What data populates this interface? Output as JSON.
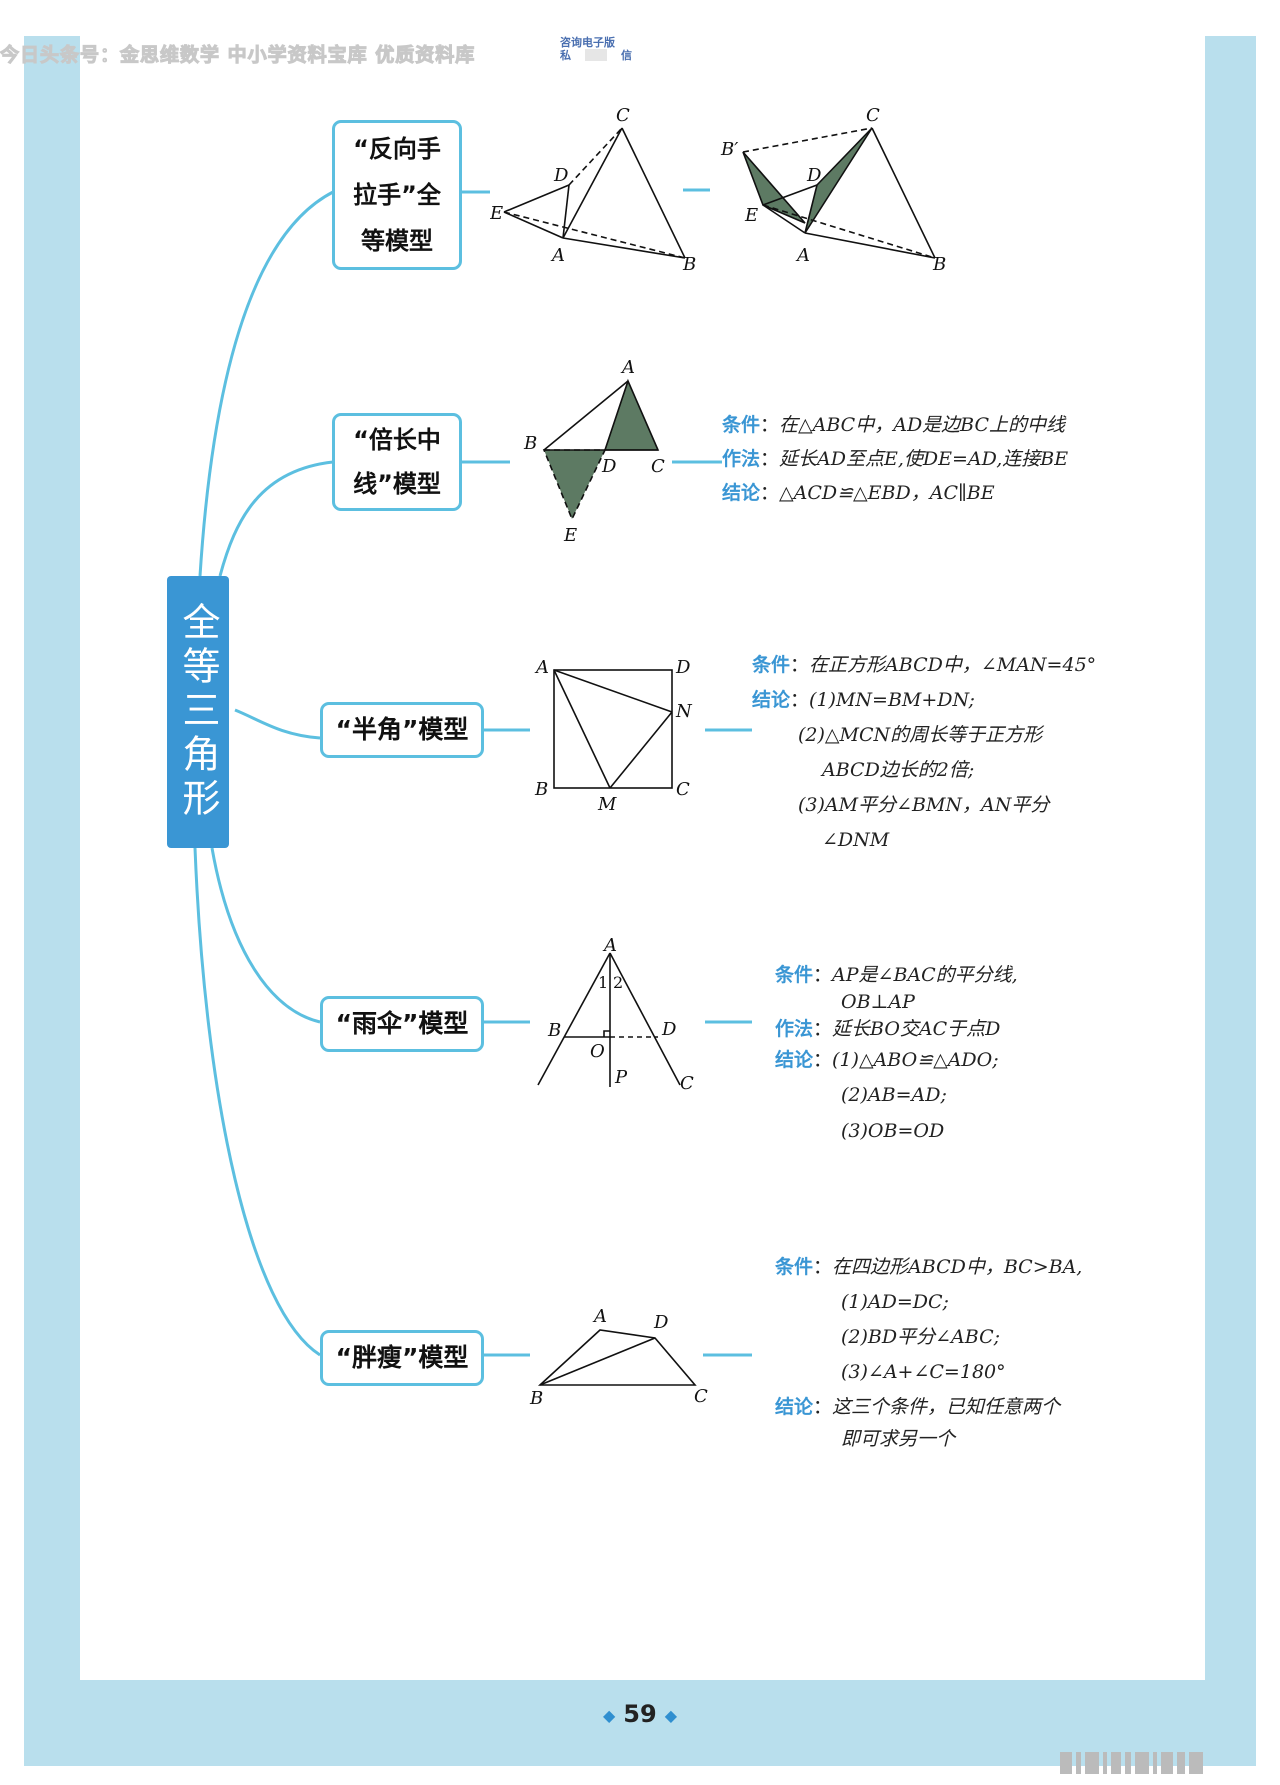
{
  "watermark": {
    "text": "今日头条号：金思维数学 中小学资料宝库 优质资料库",
    "badge_line1": "咨询电子版",
    "badge_line2a": "私",
    "badge_line2b": "信"
  },
  "spine": {
    "title": "全等三角形"
  },
  "models": [
    {
      "name": "“反向手拉手”全等模型"
    },
    {
      "name": "“倍长中线”模型",
      "labels": {
        "condition": "条件",
        "method": "作法",
        "conclusion": "结论"
      },
      "condition": "在△ABC中，AD是边BC上的中线",
      "method": "延长AD至点E,使DE=AD,连接BE",
      "conclusion": "△ACD≌△EBD，AC∥BE"
    },
    {
      "name": "“半角”模型",
      "labels": {
        "condition": "条件",
        "conclusion": "结论"
      },
      "condition": "在正方形ABCD中，∠MAN=45°",
      "conclusion_1": "(1)MN=BM+DN;",
      "conclusion_2a": "(2)△MCN的周长等于正方形",
      "conclusion_2b": "ABCD边长的2倍;",
      "conclusion_3a": "(3)AM平分∠BMN，AN平分",
      "conclusion_3b": "∠DNM"
    },
    {
      "name": "“雨伞”模型",
      "labels": {
        "condition": "条件",
        "method": "作法",
        "conclusion": "结论"
      },
      "condition_a": "AP是∠BAC的平分线,",
      "condition_b": "OB⊥AP",
      "method": "延长BO交AC于点D",
      "conclusion_1": "(1)△ABO≌△ADO;",
      "conclusion_2": "(2)AB=AD;",
      "conclusion_3": "(3)OB=OD"
    },
    {
      "name": "“胖瘦”模型",
      "labels": {
        "condition": "条件",
        "conclusion": "结论"
      },
      "condition_a": "在四边形ABCD中，BC>BA,",
      "condition_1": "(1)AD=DC;",
      "condition_2": "(2)BD平分∠ABC;",
      "condition_3": "(3)∠A+∠C=180°",
      "conclusion_a": "这三个条件，已知任意两个",
      "conclusion_b": "即可求另一个"
    }
  ],
  "figure_labels": {
    "fig1a": [
      "C",
      "D",
      "E",
      "A",
      "B"
    ],
    "fig1b": [
      "C",
      "B′",
      "D",
      "E",
      "A",
      "B"
    ],
    "fig2": [
      "A",
      "B",
      "D",
      "C",
      "E"
    ],
    "fig3": [
      "A",
      "D",
      "N",
      "B",
      "M",
      "C"
    ],
    "fig4": [
      "A",
      "1",
      "2",
      "B",
      "O",
      "D",
      "P",
      "C"
    ],
    "fig5": [
      "A",
      "D",
      "B",
      "C"
    ]
  },
  "page": {
    "number": "59"
  },
  "colors": {
    "accent": "#3a96d4",
    "box_border": "#5cbfe0",
    "band": "#b9dfed",
    "shade": "#5d7a63"
  }
}
